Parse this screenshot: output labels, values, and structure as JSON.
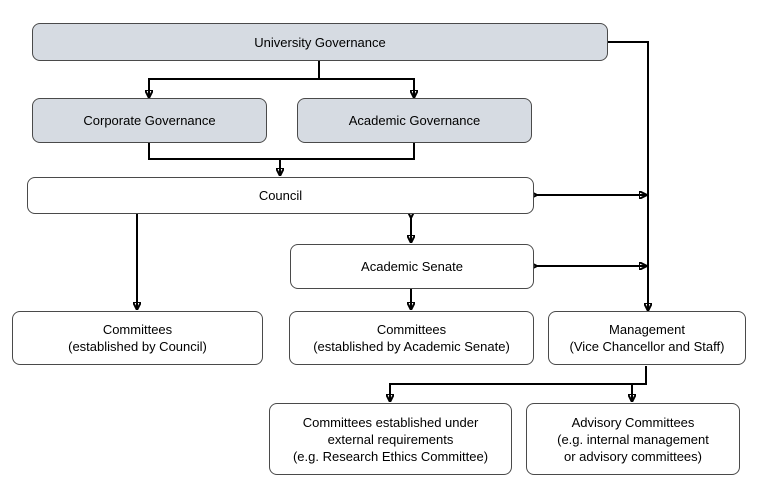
{
  "nodes": {
    "university_governance": {
      "label": "University Governance"
    },
    "corporate_governance": {
      "label": "Corporate Governance"
    },
    "academic_governance": {
      "label": "Academic Governance"
    },
    "council": {
      "label": "Council"
    },
    "academic_senate": {
      "label": "Academic Senate"
    },
    "committees_council": {
      "line1": "Committees",
      "line2": "(established by Council)"
    },
    "committees_senate": {
      "line1": "Committees",
      "line2": "(established by Academic Senate)"
    },
    "management": {
      "line1": "Management",
      "line2": "(Vice Chancellor and Staff)"
    },
    "committees_external": {
      "line1": "Committees established under",
      "line2": "external requirements",
      "line3": "(e.g. Research Ethics Committee)"
    },
    "advisory_committees": {
      "line1": "Advisory Committees",
      "line2": "(e.g. internal management",
      "line3": "or advisory committees)"
    }
  },
  "colors": {
    "filled_box": "#d6dbe2",
    "border": "#4a4a4a",
    "connector": "#000000"
  }
}
